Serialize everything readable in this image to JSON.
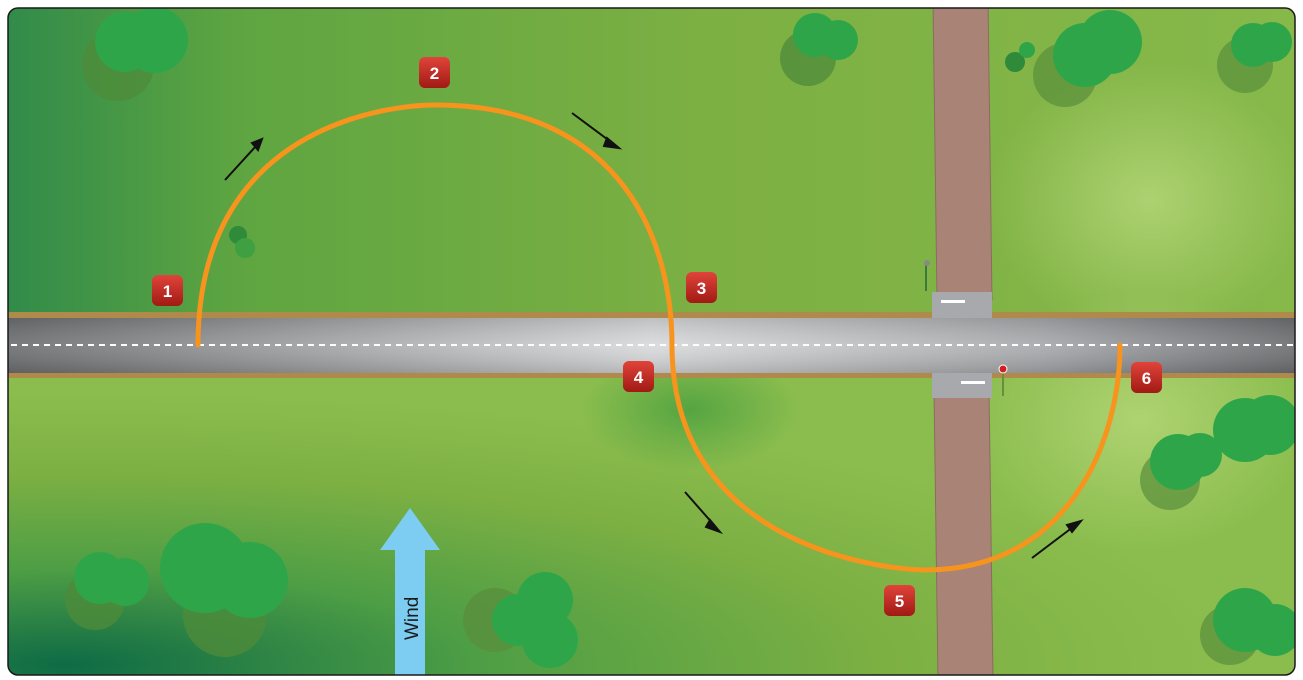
{
  "diagram": {
    "wind_label": "Wind",
    "markers": [
      "1",
      "2",
      "3",
      "4",
      "5",
      "6"
    ],
    "colors": {
      "flight_path": "#F7941D",
      "marker_fill": "#C8281E",
      "wind_arrow": "#7DCDF2",
      "road": "#A7A9AC",
      "dirt_road": "#A98476",
      "grass": "#7DB043"
    }
  }
}
